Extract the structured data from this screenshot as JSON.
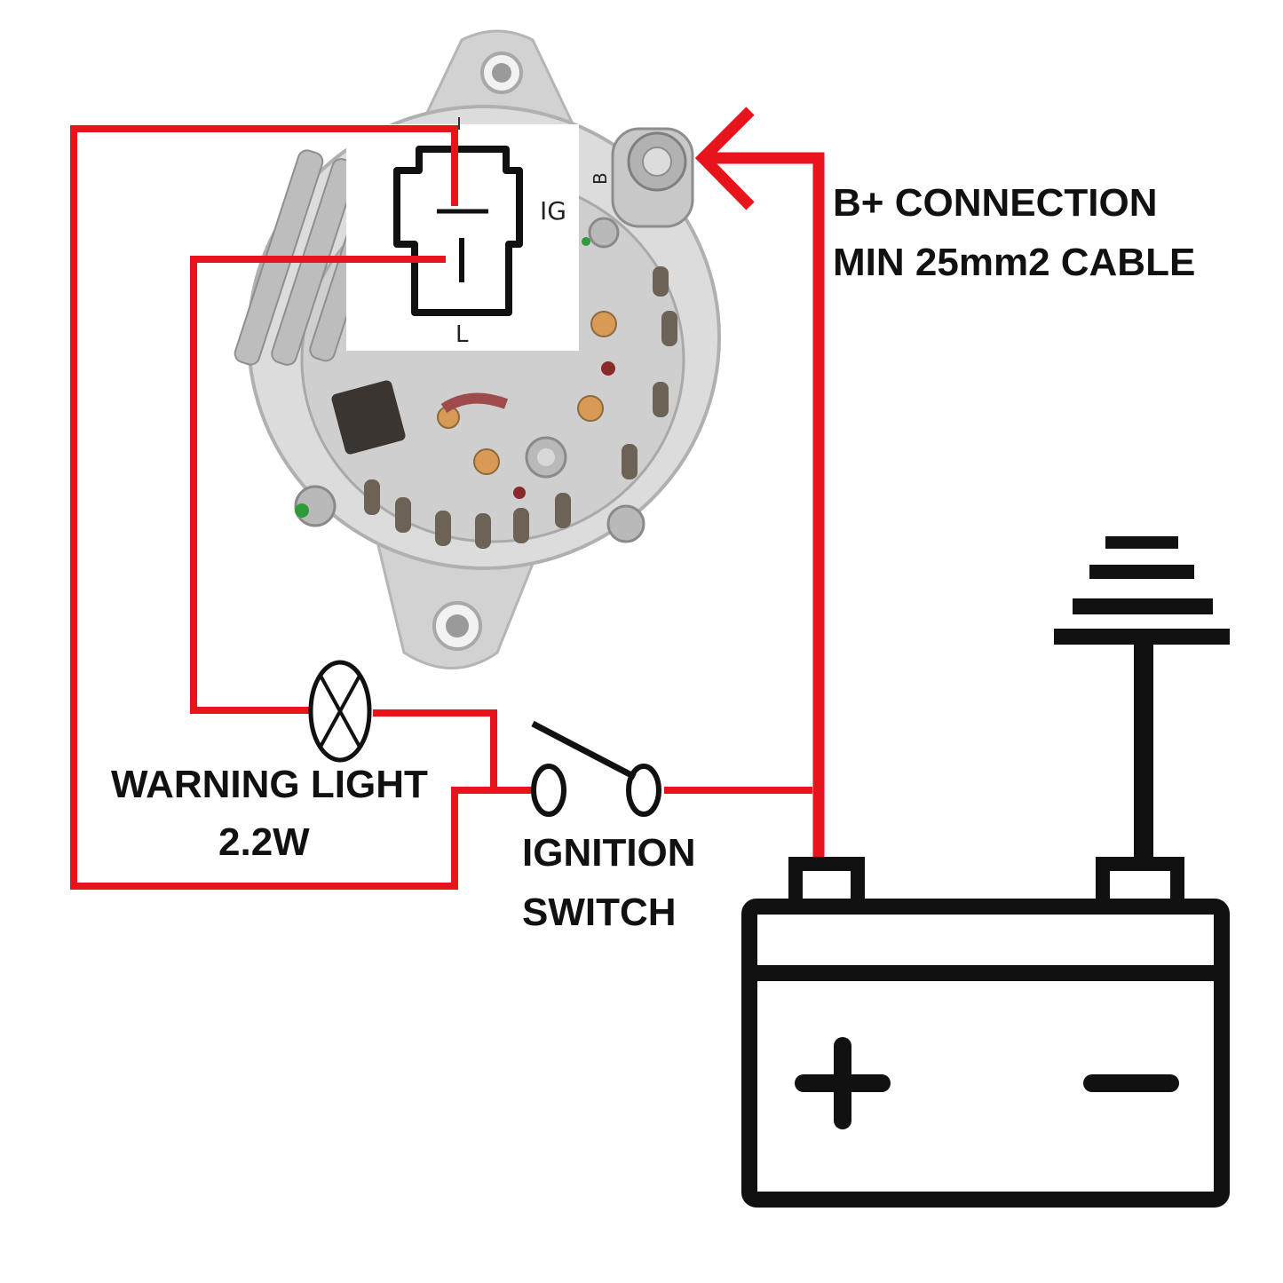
{
  "labels": {
    "b_plus_line1": "B+ CONNECTION",
    "b_plus_line2": "MIN 25mm2 CABLE",
    "warning_light_line1": "WARNING LIGHT",
    "warning_light_line2": "2.2W",
    "ignition_switch_line1": "IGNITION",
    "ignition_switch_line2": "SWITCH"
  },
  "connector_terminals": {
    "ig": "IG",
    "l": "L",
    "b": "B"
  },
  "colors": {
    "wire": "#e8141b",
    "symbol": "#111111",
    "alternator_body": "#d9d9d9"
  }
}
